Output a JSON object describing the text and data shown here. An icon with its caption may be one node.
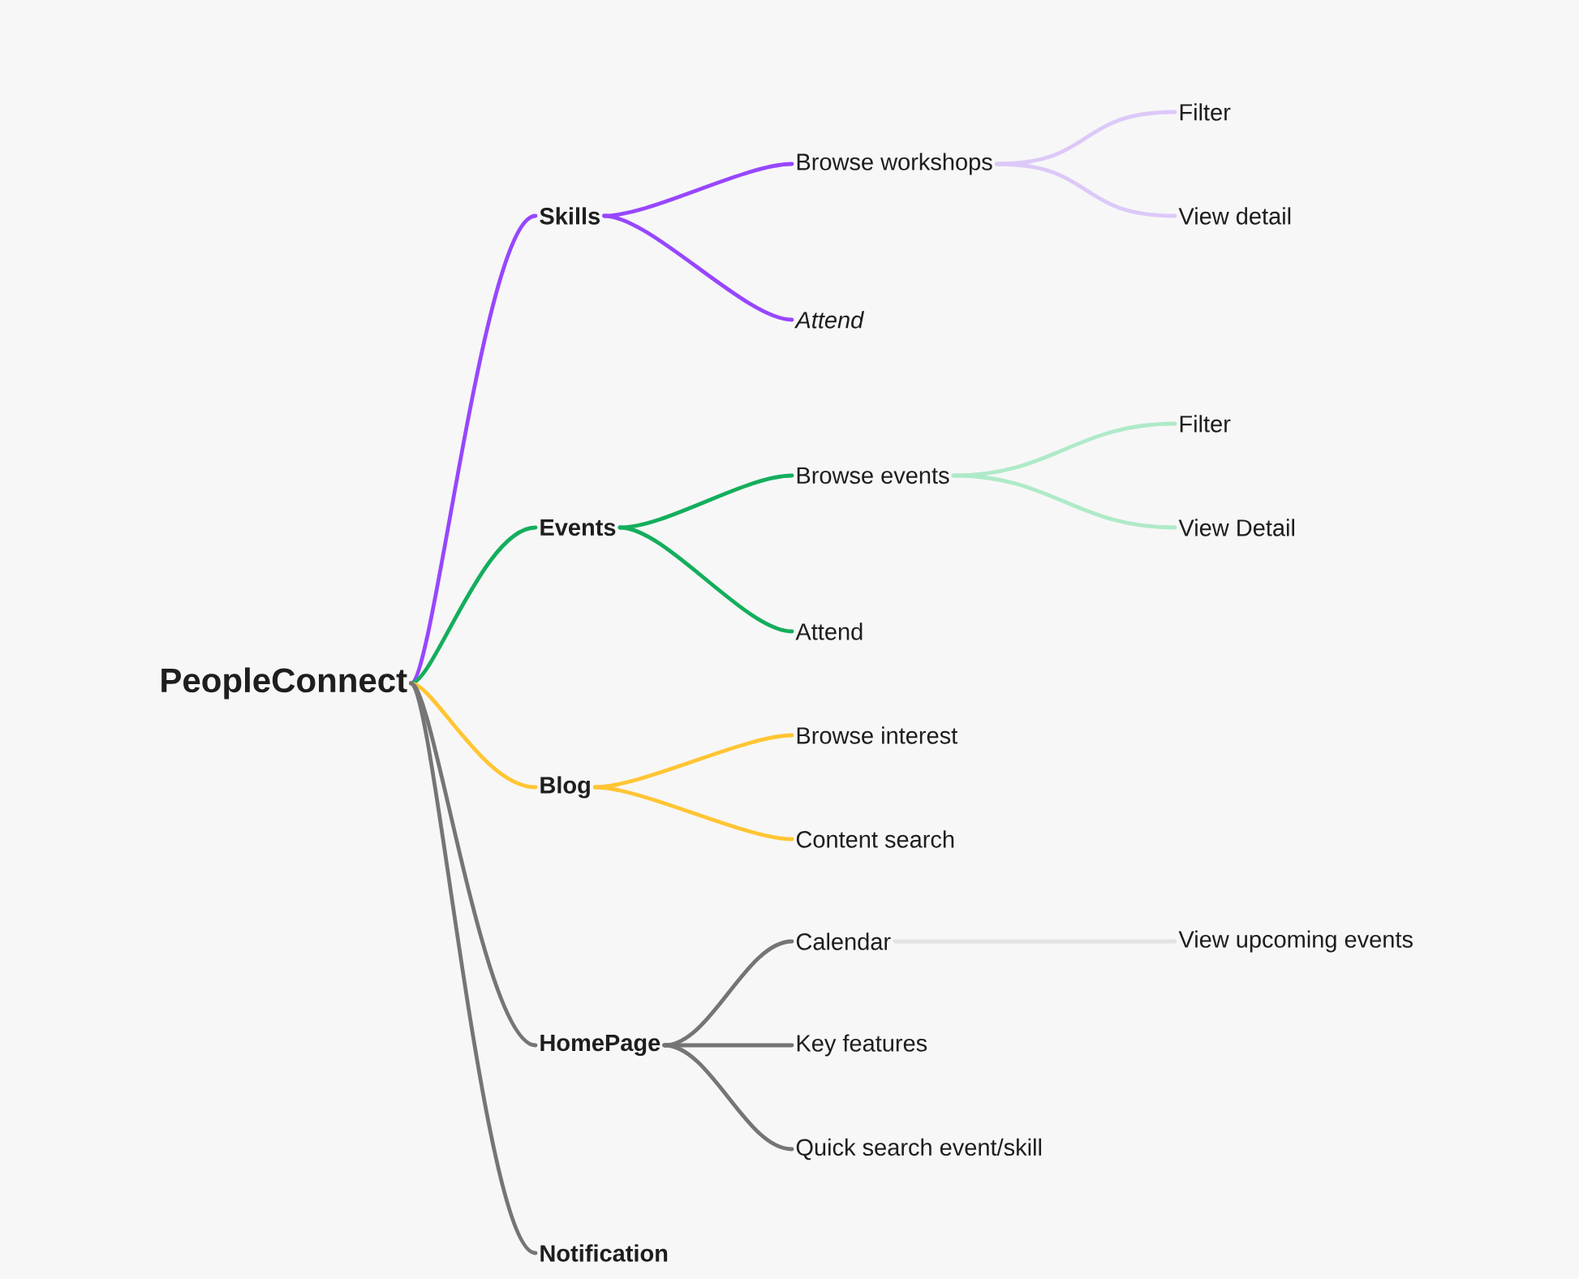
{
  "diagram": {
    "nodes": [
      {
        "text": [
          "PeopleConnect"
        ]
      },
      {
        "text": [
          "Skills"
        ]
      },
      {
        "text": [
          "Browse workshops"
        ]
      },
      {
        "text": [
          "Filter"
        ]
      },
      {
        "text": [
          "View detail"
        ]
      },
      {
        "text": [
          "Attend"
        ]
      },
      {
        "text": [
          "Events"
        ]
      },
      {
        "text": [
          "Browse events"
        ]
      },
      {
        "text": [
          "Filter"
        ]
      },
      {
        "text": [
          "View Detail"
        ]
      },
      {
        "text": [
          "Attend"
        ]
      },
      {
        "text": [
          "Blog"
        ]
      },
      {
        "text": [
          "Browse interest"
        ]
      },
      {
        "text": [
          "Content search"
        ]
      },
      {
        "text": [
          "HomePage"
        ]
      },
      {
        "text": [
          "Calendar"
        ]
      },
      {
        "text": [
          "View upcoming events"
        ]
      },
      {
        "text": [
          "Key features"
        ]
      },
      {
        "text": [
          "Quick search event/skill"
        ]
      },
      {
        "text": [
          "Notification"
        ]
      }
    ],
    "edges": [
      {
        "from": 0,
        "to": 1,
        "arrow": "none",
        "color": "#9747ff"
      },
      {
        "from": 1,
        "to": 2,
        "arrow": "none",
        "color": "#9747ff"
      },
      {
        "from": 2,
        "to": 3,
        "arrow": "none",
        "color": "#dcc9f8"
      },
      {
        "from": 2,
        "to": 4,
        "arrow": "none",
        "color": "#dcc9f8"
      },
      {
        "from": 1,
        "to": 5,
        "arrow": "none",
        "color": "#9747ff"
      },
      {
        "from": 0,
        "to": 6,
        "arrow": "none",
        "color": "#14ae5c"
      },
      {
        "from": 6,
        "to": 7,
        "arrow": "none",
        "color": "#14ae5c"
      },
      {
        "from": 7,
        "to": 8,
        "arrow": "none",
        "color": "#afeac8"
      },
      {
        "from": 7,
        "to": 9,
        "arrow": "none",
        "color": "#afeac8"
      },
      {
        "from": 6,
        "to": 10,
        "arrow": "none",
        "color": "#14ae5c"
      },
      {
        "from": 0,
        "to": 11,
        "arrow": "none",
        "color": "#ffc533"
      },
      {
        "from": 11,
        "to": 12,
        "arrow": "none",
        "color": "#ffc533"
      },
      {
        "from": 11,
        "to": 13,
        "arrow": "none",
        "color": "#ffc533"
      },
      {
        "from": 0,
        "to": 14,
        "arrow": "none",
        "color": "#757575"
      },
      {
        "from": 14,
        "to": 15,
        "arrow": "none",
        "color": "#757575"
      },
      {
        "from": 15,
        "to": 16,
        "arrow": "none",
        "color": "#e3e3e3"
      },
      {
        "from": 14,
        "to": 17,
        "arrow": "none",
        "color": "#757575"
      },
      {
        "from": 14,
        "to": 18,
        "arrow": "none",
        "color": "#757575"
      },
      {
        "from": 0,
        "to": 19,
        "arrow": "none",
        "color": "#757575"
      }
    ]
  }
}
